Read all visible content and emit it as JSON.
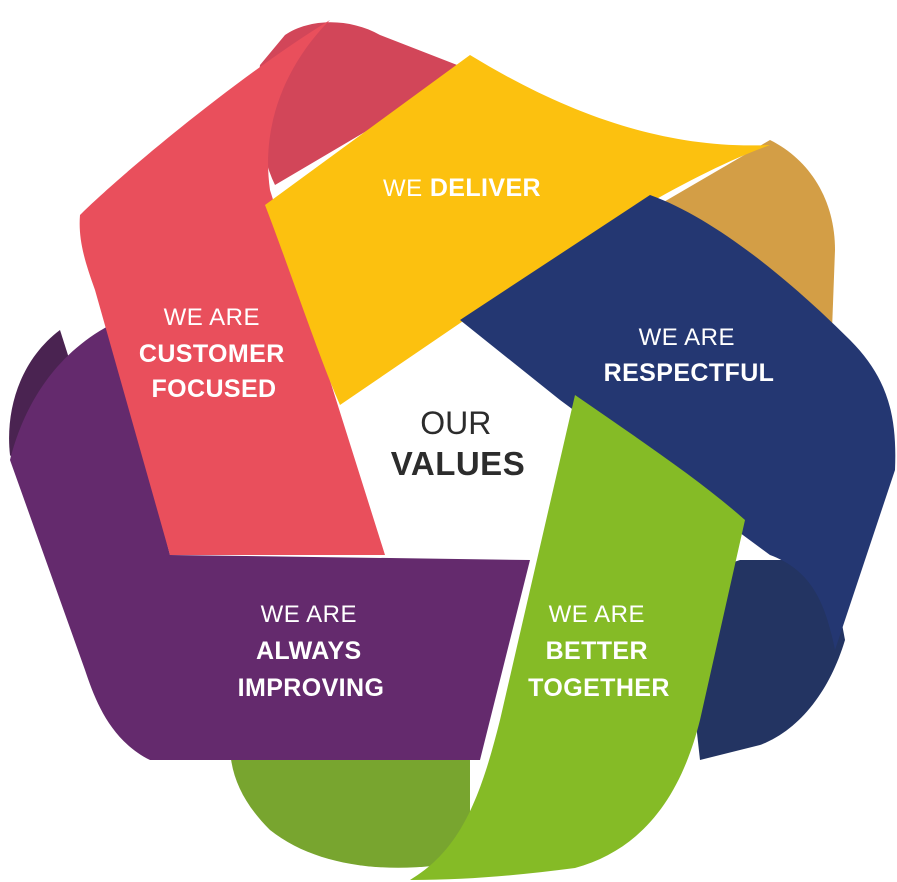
{
  "center": {
    "line1": "OUR",
    "line2": "VALUES"
  },
  "values": [
    {
      "id": "deliver",
      "prefix": "WE ",
      "bold": [
        "DELIVER"
      ],
      "color": "#FCC10F",
      "fold_color": "#D39E46"
    },
    {
      "id": "respectful",
      "prefix": "WE ARE",
      "bold": [
        "RESPECTFUL"
      ],
      "color": "#243772",
      "fold_color": "#233462"
    },
    {
      "id": "better-together",
      "prefix": "WE ARE",
      "bold": [
        "BETTER",
        "TOGETHER"
      ],
      "color": "#85BB26",
      "fold_color": "#78A52F"
    },
    {
      "id": "always-improving",
      "prefix": "WE ARE",
      "bold": [
        "ALWAYS",
        "IMPROVING"
      ],
      "color": "#642A6D",
      "fold_color": "#4A2351"
    },
    {
      "id": "customer-focused",
      "prefix": "WE ARE",
      "bold": [
        "CUSTOMER",
        "FOCUSED"
      ],
      "color": "#E94F5C",
      "fold_color": "#D24659"
    }
  ]
}
